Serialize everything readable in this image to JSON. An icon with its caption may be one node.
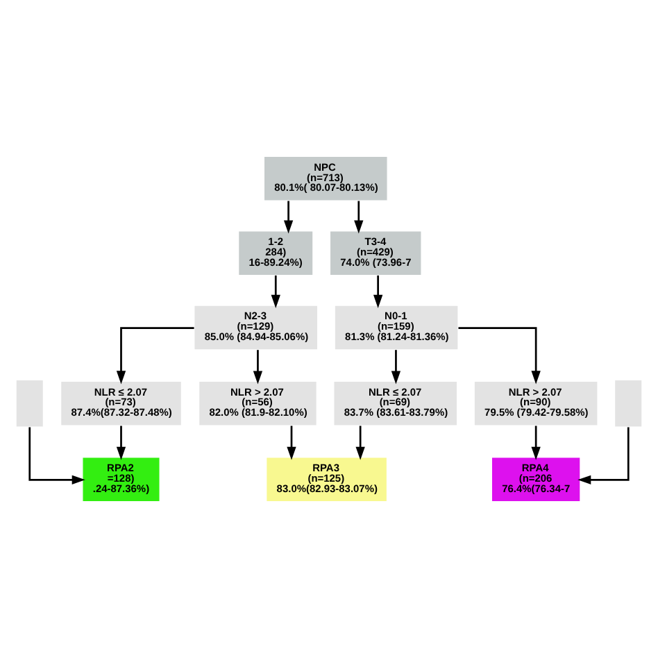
{
  "diagram": {
    "nodes": [
      {
        "text": [
          "NPC",
          "(n=713)",
          "80.1%( 80.07-80.13%)"
        ]
      },
      {
        "text": [
          "1-2",
          "284)",
          "16-89.24%)"
        ]
      },
      {
        "text": [
          "T3-4",
          "(n=429)",
          "74.0% (73.96-7"
        ]
      },
      {
        "text": [
          "N2-3",
          "(n=129)",
          "85.0% (84.94-85.06%)"
        ]
      },
      {
        "text": [
          "N0-1",
          "(n=159)",
          "81.3% (81.24-81.36%)"
        ]
      },
      {
        "text": [],
        "shape": "box"
      },
      {
        "text": [
          "NLR ≤ 2.07",
          "(n=73)",
          "87.4%(87.32-87.48%)"
        ]
      },
      {
        "text": [
          "NLR > 2.07",
          "(n=56)",
          "82.0% (81.9-82.10%)"
        ]
      },
      {
        "text": [
          "NLR ≤ 2.07",
          "(n=69)",
          "83.7% (83.61-83.79%)"
        ]
      },
      {
        "text": [
          "NLR > 2.07",
          "(n=90)",
          "79.5% (79.42-79.58%)"
        ]
      },
      {
        "text": [],
        "shape": "box"
      },
      {
        "text": [
          "RPA2",
          "=128)",
          ".24-87.36%)"
        ]
      },
      {
        "text": [
          "RPA3",
          "(n=125)",
          "83.0%(82.93-83.07%)"
        ]
      },
      {
        "text": [
          "RPA4",
          "(n=206",
          "76.4%(76.34-7"
        ]
      }
    ],
    "edges": [
      {
        "from": 0,
        "to": 1,
        "arrow": "to"
      },
      {
        "from": 0,
        "to": 2,
        "arrow": "to"
      },
      {
        "from": 1,
        "to": 3,
        "arrow": "to"
      },
      {
        "from": 2,
        "to": 4,
        "arrow": "to"
      },
      {
        "from": 3,
        "to": 6,
        "arrow": "to"
      },
      {
        "from": 3,
        "to": 7,
        "arrow": "to"
      },
      {
        "from": 4,
        "to": 8,
        "arrow": "to"
      },
      {
        "from": 4,
        "to": 9,
        "arrow": "to"
      },
      {
        "from": 5,
        "to": 11,
        "arrow": "to"
      },
      {
        "from": 6,
        "to": 11,
        "arrow": "to"
      },
      {
        "from": 7,
        "to": 12,
        "arrow": "to"
      },
      {
        "from": 8,
        "to": 12,
        "arrow": "to"
      },
      {
        "from": 9,
        "to": 13,
        "arrow": "to"
      },
      {
        "from": 10,
        "to": 13,
        "arrow": "to"
      }
    ]
  }
}
